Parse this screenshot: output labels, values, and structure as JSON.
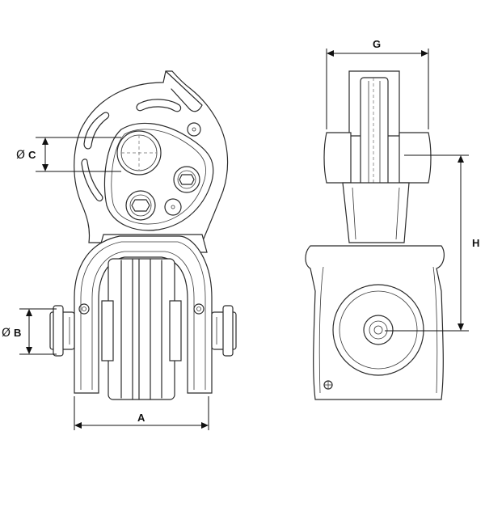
{
  "dimensions": {
    "A": {
      "label": "A"
    },
    "B": {
      "label": "B",
      "symbol": "Ø"
    },
    "C": {
      "label": "C",
      "symbol": "Ø"
    },
    "G": {
      "label": "G"
    },
    "H": {
      "label": "H"
    }
  },
  "colors": {
    "line": "#2b2b2b",
    "dimension": "#111111",
    "background": "#ffffff"
  }
}
